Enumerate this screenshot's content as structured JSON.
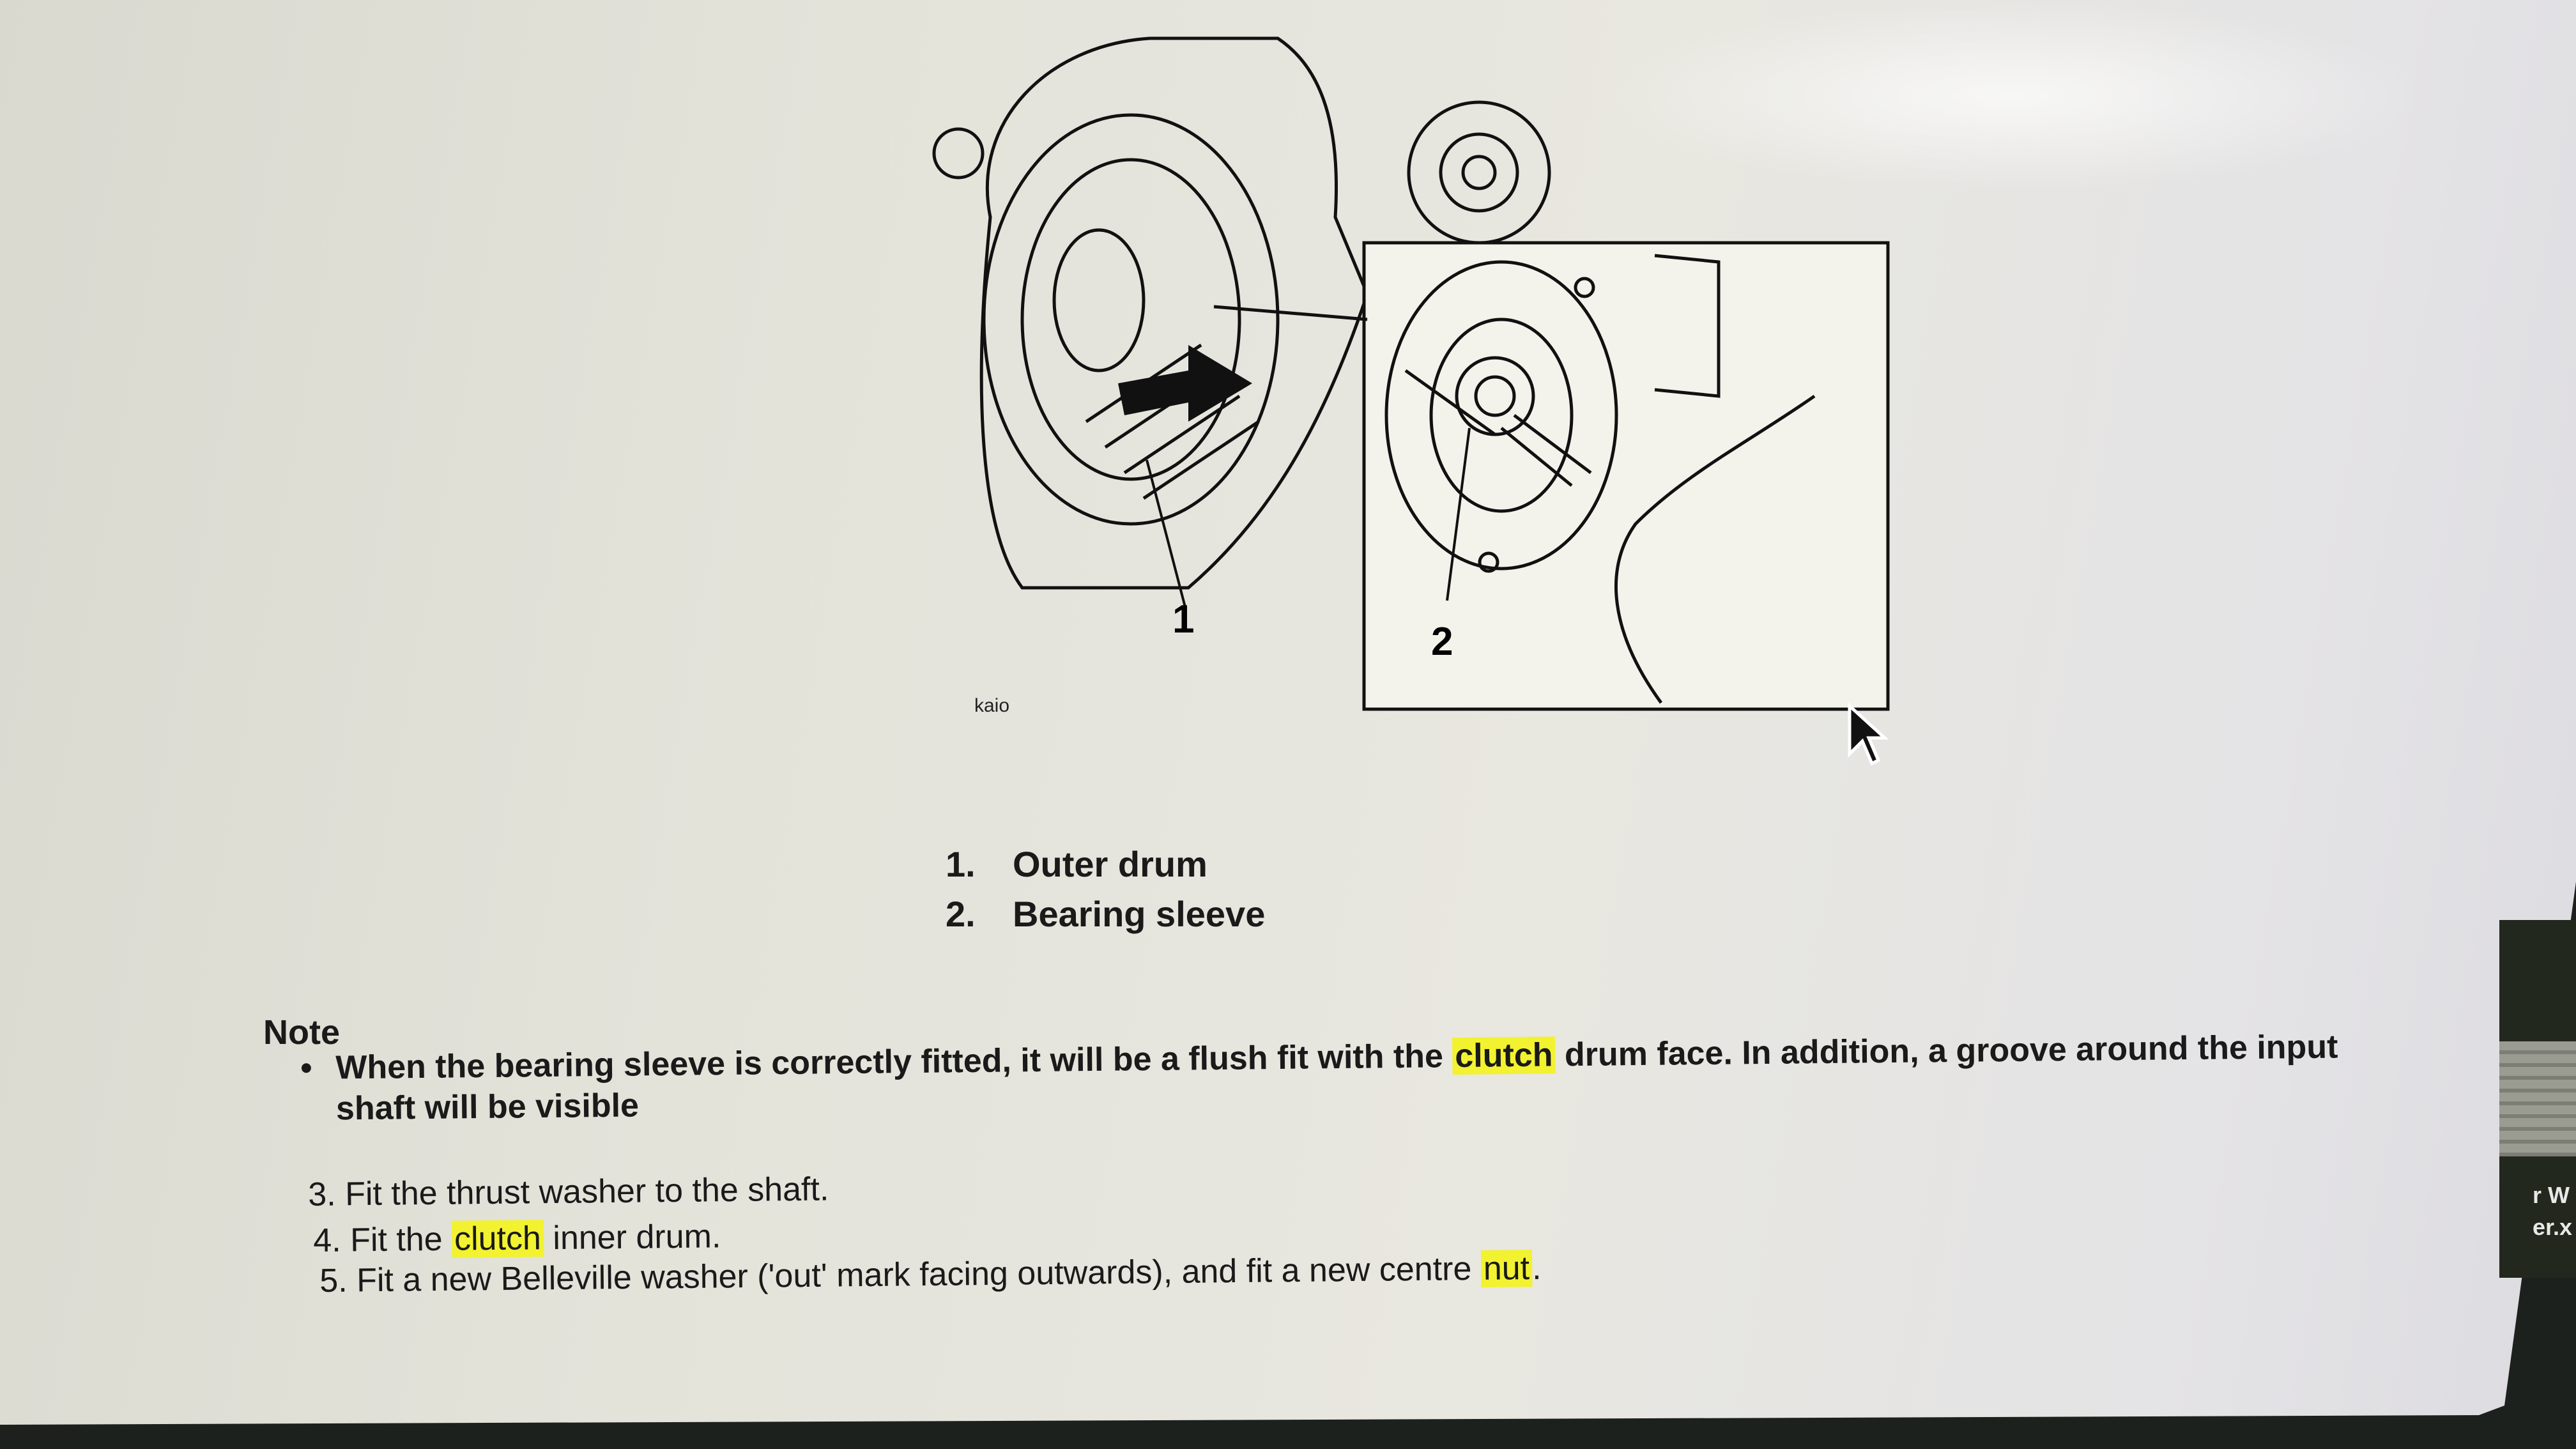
{
  "figure": {
    "callout_1": "1",
    "callout_2": "2",
    "credit": "kaio"
  },
  "legend": [
    {
      "number": "1.",
      "label": "Outer drum"
    },
    {
      "number": "2.",
      "label": "Bearing sleeve"
    }
  ],
  "note": {
    "heading": "Note",
    "bullet_before": "When the bearing sleeve is correctly fitted, it will be a flush fit with the ",
    "bullet_highlight": "clutch",
    "bullet_after": " drum face. In addition, a groove around the input shaft will be visible"
  },
  "steps": [
    {
      "number": "3.",
      "before": "Fit the thrust washer to the shaft.",
      "highlight": "",
      "after": ""
    },
    {
      "number": "4.",
      "before": "Fit the ",
      "highlight": "clutch",
      "after": " inner drum."
    },
    {
      "number": "5.",
      "before": "Fit a new Belleville washer ('out' mark facing outwards), and fit a new centre ",
      "highlight": "nut",
      "after": "."
    }
  ],
  "side_window": {
    "line1": "r W",
    "line2": "er.x"
  },
  "colors": {
    "highlight": "#f2f231",
    "text": "#1a1a1a"
  }
}
